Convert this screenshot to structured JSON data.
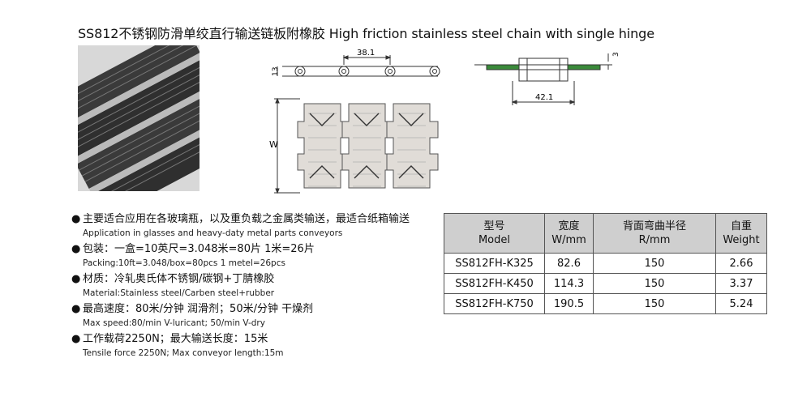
{
  "title": "SS812不锈钢防滑单绞直行输送链板附橡胶  High friction stainless steel chain with single hinge",
  "drawing": {
    "pitch_dim": "38.1",
    "height_dim": "13",
    "thickness_dim": "3",
    "width_dim": "42.1",
    "w_label": "W"
  },
  "bullets": [
    {
      "cn": "主要适合应用在各玻璃瓶，以及重负载之金属类输送，最适合纸箱输送",
      "en": "Application in glasses and heavy-daty metal parts conveyors"
    },
    {
      "cn": "包装：一盒=10英尺=3.048米=80片    1米=26片",
      "en": "Packing:10ft=3.048/box=80pcs 1 metel=26pcs"
    },
    {
      "cn": "材质：冷轧奥氏体不锈钢/碳钢+丁腈橡胶",
      "en": "Material:Stainless steel/Carben steel+rubber"
    },
    {
      "cn": "最高速度：80米/分钟  润滑剂；50米/分钟  干燥剂",
      "en": "Max speed:80/min V-luricant; 50/min V-dry"
    },
    {
      "cn": "工作载荷2250N；最大输送长度：15米",
      "en": "Tensile force 2250N; Max conveyor length:15m"
    }
  ],
  "bullet_symbol": "●",
  "table": {
    "headers": [
      {
        "cn": "型号",
        "en": "Model"
      },
      {
        "cn": "宽度",
        "en": "W/mm"
      },
      {
        "cn": "背面弯曲半径",
        "en": "R/mm"
      },
      {
        "cn": "自重",
        "en": "Weight"
      }
    ],
    "rows": [
      [
        "SS812FH-K325",
        "82.6",
        "150",
        "2.66"
      ],
      [
        "SS812FH-K450",
        "114.3",
        "150",
        "3.37"
      ],
      [
        "SS812FH-K750",
        "190.5",
        "150",
        "5.24"
      ]
    ]
  }
}
